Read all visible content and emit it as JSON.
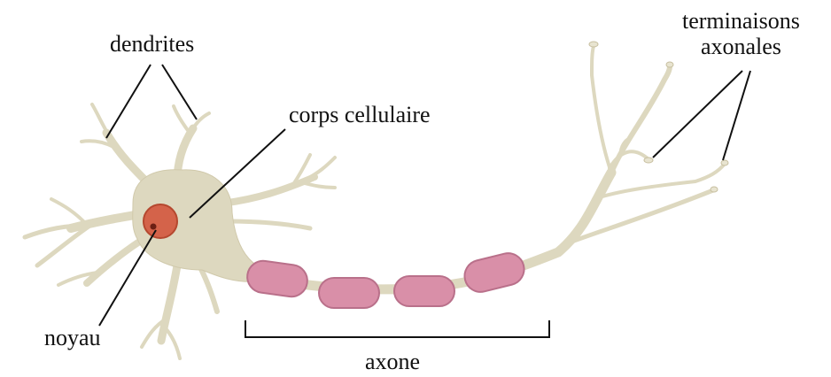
{
  "labels": {
    "dendrites": "dendrites",
    "corps_cellulaire": "corps cellulaire",
    "noyau": "noyau",
    "axone": "axone",
    "terminaisons_line1": "terminaisons",
    "terminaisons_line2": "axonales"
  },
  "colors": {
    "cell_body": "#ddd8bf",
    "cell_outline": "#cbc4a4",
    "nucleus": "#d4634a",
    "nucleolus": "#6b1f14",
    "myelin": "#d98fa8",
    "myelin_edge": "#b9708a",
    "line": "#111111"
  }
}
